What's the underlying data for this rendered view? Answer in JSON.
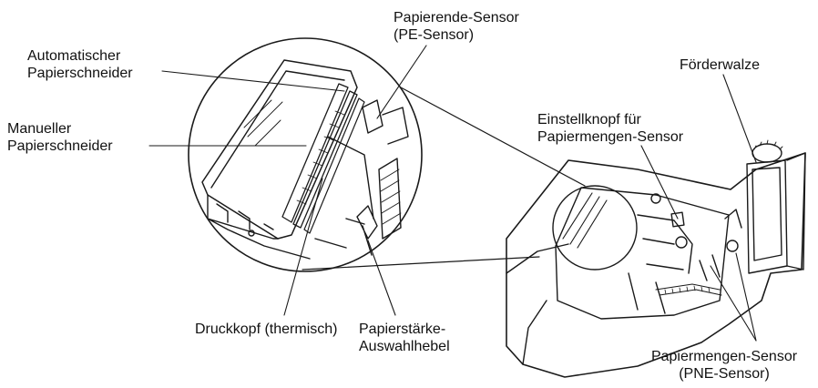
{
  "labels": {
    "automatic_cutter": {
      "line1": "Automatischer",
      "line2": "Papierschneider"
    },
    "manual_cutter": {
      "line1": "Manueller",
      "line2": "Papierschneider"
    },
    "pe_sensor": {
      "line1": "Papierende-Sensor",
      "line2": "(PE-Sensor)"
    },
    "feed_roller": {
      "line1": "Förderwalze"
    },
    "pne_knob": {
      "line1": "Einstellknopf für",
      "line2": "Papiermengen-Sensor"
    },
    "print_head": {
      "line1": "Druckkopf (thermisch)"
    },
    "thickness_lever": {
      "line1": "Papierstärke-",
      "line2": "Auswahlhebel"
    },
    "pne_sensor": {
      "line1": "Papiermengen-Sensor",
      "line2": "(PNE-Sensor)"
    }
  },
  "colors": {
    "line": "#1a1a1a",
    "text": "#111111",
    "background": "#ffffff"
  }
}
